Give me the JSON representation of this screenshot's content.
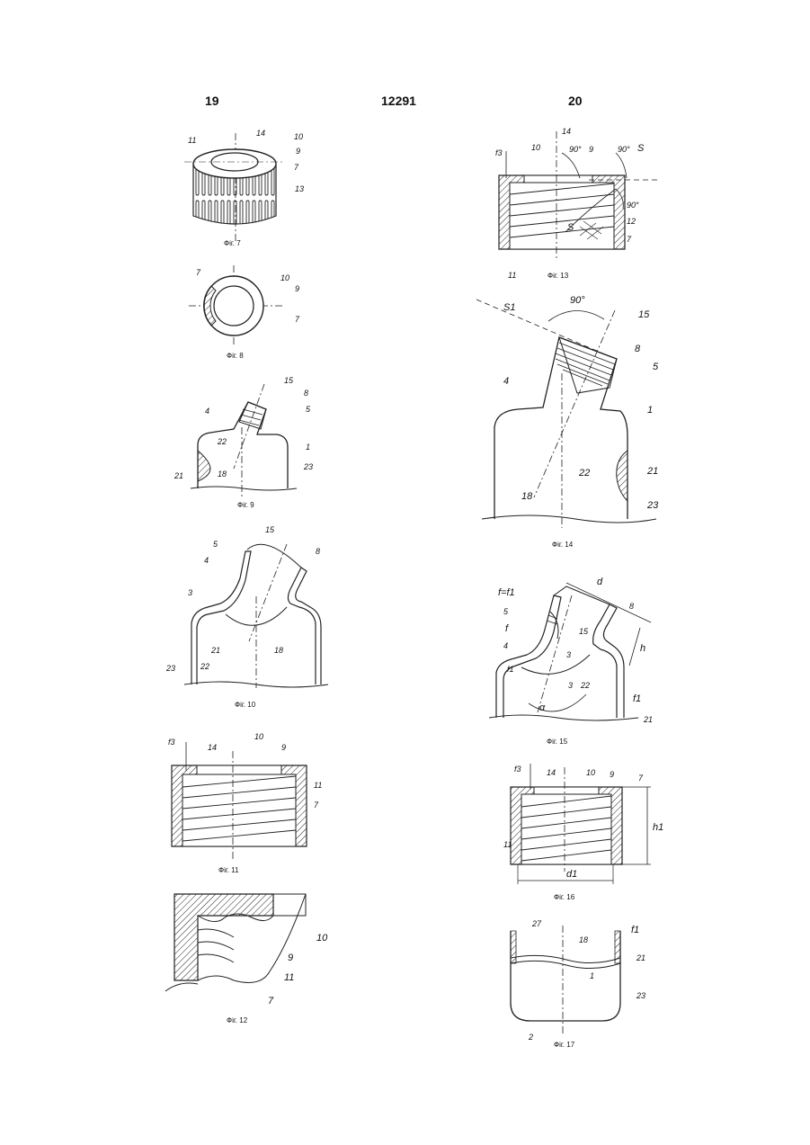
{
  "header": {
    "page_left": "19",
    "doc_number": "12291",
    "page_right": "20"
  },
  "figures": {
    "fig7": {
      "caption": "Фіг. 7",
      "labels": [
        "14",
        "11",
        "10",
        "9",
        "7",
        "13"
      ]
    },
    "fig8": {
      "caption": "Фіг. 8",
      "labels": [
        "7",
        "10",
        "9",
        "7"
      ]
    },
    "fig9": {
      "caption": "Фіг. 9",
      "labels": [
        "15",
        "8",
        "4",
        "5",
        "22",
        "1",
        "21",
        "18",
        "23"
      ]
    },
    "fig10": {
      "caption": "Фіг. 10",
      "labels": [
        "15",
        "5",
        "8",
        "4",
        "3",
        "21",
        "18",
        "23",
        "22"
      ]
    },
    "fig11": {
      "caption": "Фіг. 11",
      "labels": [
        "f3",
        "14",
        "10",
        "9",
        "11",
        "7"
      ]
    },
    "fig12": {
      "caption": "Фіг. 12",
      "labels": [
        "10",
        "9",
        "11",
        "7"
      ]
    },
    "fig13": {
      "caption": "Фіг. 13",
      "labels": [
        "14",
        "f3",
        "10",
        "90°",
        "9",
        "90°",
        "S",
        "90°",
        "S",
        "12",
        "7",
        "11"
      ]
    },
    "fig14": {
      "caption": "Фіг. 14",
      "labels": [
        "90°",
        "S1",
        "15",
        "8",
        "5",
        "4",
        "1",
        "22",
        "21",
        "18",
        "23"
      ]
    },
    "fig15": {
      "caption": "Фіг. 15",
      "labels": [
        "d",
        "f=f1",
        "8",
        "5",
        "f",
        "15",
        "h",
        "4",
        "3",
        "f1",
        "3",
        "22",
        "α",
        "f1",
        "21"
      ]
    },
    "fig16": {
      "caption": "Фіг. 16",
      "labels": [
        "f3",
        "14",
        "10",
        "9",
        "7",
        "h1",
        "11",
        "d1"
      ]
    },
    "fig17": {
      "caption": "Фіг. 17",
      "labels": [
        "27",
        "18",
        "f1",
        "21",
        "1",
        "23",
        "2"
      ]
    }
  }
}
